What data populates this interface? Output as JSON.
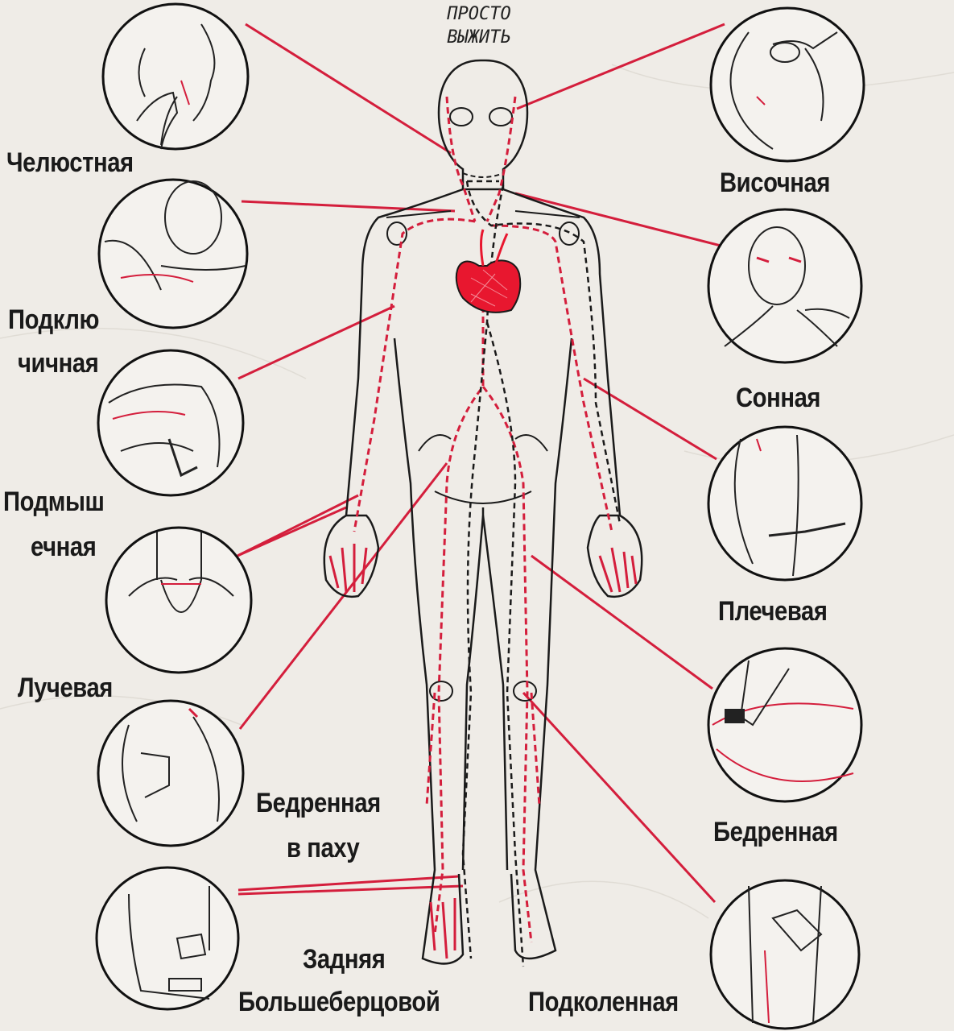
{
  "brand": {
    "line1": "ПРОСТО",
    "line2": "ВЫЖИТЬ"
  },
  "colors": {
    "artery": "#d41e3c",
    "vein": "#1a1a1a",
    "outline": "#1a1a1a",
    "paper": "#efece7",
    "heart": "#e8172f"
  },
  "left_labels": {
    "jaw": "Челюстная",
    "subclavian_1": "Подклю",
    "subclavian_2": "чичная",
    "axillary_1": "Подмыш",
    "axillary_2": "ечная",
    "radial": "Лучевая",
    "femoral_groin_1": "Бедренная",
    "femoral_groin_2": "в паху",
    "posterior_tibial_1": "Задняя",
    "posterior_tibial_2": "Большеберцовой"
  },
  "right_labels": {
    "temporal": "Височная",
    "carotid": "Сонная",
    "brachial": "Плечевая",
    "femoral": "Бедренная",
    "popliteal": "Подколенная"
  },
  "icons": {
    "heart": "heart-icon",
    "body": "human-body-figure"
  }
}
